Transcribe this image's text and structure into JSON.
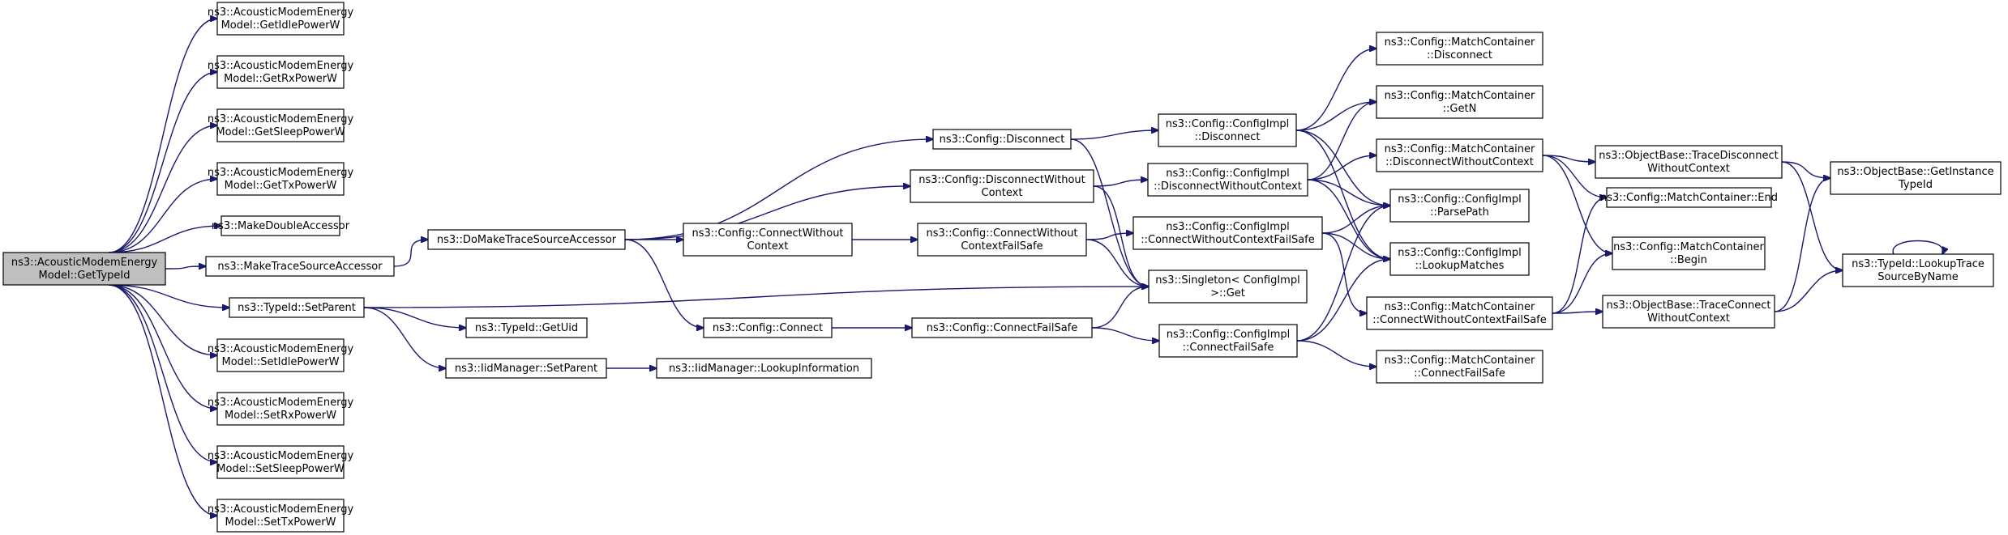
{
  "diagram": {
    "type": "doxygen-call-graph",
    "edge_color": "#191970",
    "root_fill": "#bfbfbf",
    "node_fill": "#ffffff",
    "nodes": [
      {
        "id": "root",
        "lines": [
          "ns3::AcousticModemEnergy",
          "Model::GetTypeId"
        ],
        "root": true
      },
      {
        "id": "getIdle",
        "lines": [
          "ns3::AcousticModemEnergy",
          "Model::GetIdlePowerW"
        ]
      },
      {
        "id": "getRx",
        "lines": [
          "ns3::AcousticModemEnergy",
          "Model::GetRxPowerW"
        ]
      },
      {
        "id": "getSleep",
        "lines": [
          "ns3::AcousticModemEnergy",
          "Model::GetSleepPowerW"
        ]
      },
      {
        "id": "getTx",
        "lines": [
          "ns3::AcousticModemEnergy",
          "Model::GetTxPowerW"
        ]
      },
      {
        "id": "makeDouble",
        "lines": [
          "ns3::MakeDoubleAccessor"
        ]
      },
      {
        "id": "makeTrace",
        "lines": [
          "ns3::MakeTraceSourceAccessor"
        ]
      },
      {
        "id": "setParent",
        "lines": [
          "ns3::TypeId::SetParent"
        ]
      },
      {
        "id": "setIdle",
        "lines": [
          "ns3::AcousticModemEnergy",
          "Model::SetIdlePowerW"
        ]
      },
      {
        "id": "setRx",
        "lines": [
          "ns3::AcousticModemEnergy",
          "Model::SetRxPowerW"
        ]
      },
      {
        "id": "setSleep",
        "lines": [
          "ns3::AcousticModemEnergy",
          "Model::SetSleepPowerW"
        ]
      },
      {
        "id": "setTx",
        "lines": [
          "ns3::AcousticModemEnergy",
          "Model::SetTxPowerW"
        ]
      },
      {
        "id": "doMake",
        "lines": [
          "ns3::DoMakeTraceSourceAccessor"
        ]
      },
      {
        "id": "getUid",
        "lines": [
          "ns3::TypeId::GetUid"
        ]
      },
      {
        "id": "iidSetParent",
        "lines": [
          "ns3::IidManager::SetParent"
        ]
      },
      {
        "id": "iidLookup",
        "lines": [
          "ns3::IidManager::LookupInformation"
        ]
      },
      {
        "id": "cfgDisconnect",
        "lines": [
          "ns3::Config::Disconnect"
        ]
      },
      {
        "id": "cfgDisconnectWC",
        "lines": [
          "ns3::Config::DisconnectWithout",
          "Context"
        ]
      },
      {
        "id": "cfgConnectWC",
        "lines": [
          "ns3::Config::ConnectWithout",
          "Context"
        ]
      },
      {
        "id": "cfgConnect",
        "lines": [
          "ns3::Config::Connect"
        ]
      },
      {
        "id": "cfgConnectWCFS",
        "lines": [
          "ns3::Config::ConnectWithout",
          "ContextFailSafe"
        ]
      },
      {
        "id": "cfgConnectFS",
        "lines": [
          "ns3::Config::ConnectFailSafe"
        ]
      },
      {
        "id": "implDisconnect",
        "lines": [
          "ns3::Config::ConfigImpl",
          "::Disconnect"
        ]
      },
      {
        "id": "implDisconnectWC",
        "lines": [
          "ns3::Config::ConfigImpl",
          "::DisconnectWithoutContext"
        ]
      },
      {
        "id": "implConnectWCFS",
        "lines": [
          "ns3::Config::ConfigImpl",
          "::ConnectWithoutContextFailSafe"
        ]
      },
      {
        "id": "singleton",
        "lines": [
          "ns3::Singleton< ConfigImpl",
          ">::Get"
        ]
      },
      {
        "id": "implConnectFS",
        "lines": [
          "ns3::Config::ConfigImpl",
          "::ConnectFailSafe"
        ]
      },
      {
        "id": "mcDisconnect",
        "lines": [
          "ns3::Config::MatchContainer",
          "::Disconnect"
        ]
      },
      {
        "id": "mcGetN",
        "lines": [
          "ns3::Config::MatchContainer",
          "::GetN"
        ]
      },
      {
        "id": "mcDisconnectWC",
        "lines": [
          "ns3::Config::MatchContainer",
          "::DisconnectWithoutContext"
        ]
      },
      {
        "id": "implParsePath",
        "lines": [
          "ns3::Config::ConfigImpl",
          "::ParsePath"
        ]
      },
      {
        "id": "implLookupMatches",
        "lines": [
          "ns3::Config::ConfigImpl",
          "::LookupMatches"
        ]
      },
      {
        "id": "mcConnectWCFS",
        "lines": [
          "ns3::Config::MatchContainer",
          "::ConnectWithoutContextFailSafe"
        ]
      },
      {
        "id": "mcConnectFS",
        "lines": [
          "ns3::Config::MatchContainer",
          "::ConnectFailSafe"
        ]
      },
      {
        "id": "obTraceDisconnectWC",
        "lines": [
          "ns3::ObjectBase::TraceDisconnect",
          "WithoutContext"
        ]
      },
      {
        "id": "mcEnd",
        "lines": [
          "ns3::Config::MatchContainer::End"
        ]
      },
      {
        "id": "mcBegin",
        "lines": [
          "ns3::Config::MatchContainer",
          "::Begin"
        ]
      },
      {
        "id": "obTraceConnectWC",
        "lines": [
          "ns3::ObjectBase::TraceConnect",
          "WithoutContext"
        ]
      },
      {
        "id": "obGetInstanceTypeId",
        "lines": [
          "ns3::ObjectBase::GetInstance",
          "TypeId"
        ]
      },
      {
        "id": "typeIdLookupTrace",
        "lines": [
          "ns3::TypeId::LookupTrace",
          "SourceByName"
        ]
      }
    ],
    "edges": [
      [
        "root",
        "getIdle"
      ],
      [
        "root",
        "getRx"
      ],
      [
        "root",
        "getSleep"
      ],
      [
        "root",
        "getTx"
      ],
      [
        "root",
        "makeDouble"
      ],
      [
        "root",
        "makeTrace"
      ],
      [
        "root",
        "setParent"
      ],
      [
        "root",
        "setIdle"
      ],
      [
        "root",
        "setRx"
      ],
      [
        "root",
        "setSleep"
      ],
      [
        "root",
        "setTx"
      ],
      [
        "makeTrace",
        "doMake"
      ],
      [
        "setParent",
        "getUid"
      ],
      [
        "setParent",
        "iidSetParent"
      ],
      [
        "setParent",
        "singleton"
      ],
      [
        "iidSetParent",
        "iidLookup"
      ],
      [
        "doMake",
        "cfgDisconnect"
      ],
      [
        "doMake",
        "cfgDisconnectWC"
      ],
      [
        "doMake",
        "cfgConnectWC"
      ],
      [
        "doMake",
        "cfgConnect"
      ],
      [
        "cfgDisconnect",
        "implDisconnect"
      ],
      [
        "cfgDisconnect",
        "singleton"
      ],
      [
        "cfgDisconnectWC",
        "implDisconnectWC"
      ],
      [
        "cfgDisconnectWC",
        "singleton"
      ],
      [
        "cfgConnectWC",
        "cfgConnectWCFS"
      ],
      [
        "cfgConnectWCFS",
        "implConnectWCFS"
      ],
      [
        "cfgConnectWCFS",
        "singleton"
      ],
      [
        "cfgConnect",
        "cfgConnectFS"
      ],
      [
        "cfgConnectFS",
        "implConnectFS"
      ],
      [
        "cfgConnectFS",
        "singleton"
      ],
      [
        "implDisconnect",
        "mcDisconnect"
      ],
      [
        "implDisconnect",
        "mcGetN"
      ],
      [
        "implDisconnect",
        "implParsePath"
      ],
      [
        "implDisconnect",
        "implLookupMatches"
      ],
      [
        "implDisconnectWC",
        "mcGetN"
      ],
      [
        "implDisconnectWC",
        "mcDisconnectWC"
      ],
      [
        "implDisconnectWC",
        "implParsePath"
      ],
      [
        "implDisconnectWC",
        "implLookupMatches"
      ],
      [
        "implConnectWCFS",
        "implParsePath"
      ],
      [
        "implConnectWCFS",
        "implLookupMatches"
      ],
      [
        "implConnectWCFS",
        "mcConnectWCFS"
      ],
      [
        "implConnectFS",
        "implParsePath"
      ],
      [
        "implConnectFS",
        "implLookupMatches"
      ],
      [
        "implConnectFS",
        "mcConnectFS"
      ],
      [
        "mcDisconnectWC",
        "obTraceDisconnectWC"
      ],
      [
        "mcDisconnectWC",
        "mcEnd"
      ],
      [
        "mcDisconnectWC",
        "mcBegin"
      ],
      [
        "mcConnectWCFS",
        "mcEnd"
      ],
      [
        "mcConnectWCFS",
        "mcBegin"
      ],
      [
        "mcConnectWCFS",
        "obTraceConnectWC"
      ],
      [
        "obTraceDisconnectWC",
        "obGetInstanceTypeId"
      ],
      [
        "obTraceDisconnectWC",
        "typeIdLookupTrace"
      ],
      [
        "obTraceConnectWC",
        "obGetInstanceTypeId"
      ],
      [
        "obTraceConnectWC",
        "typeIdLookupTrace"
      ],
      [
        "typeIdLookupTrace",
        "typeIdLookupTrace"
      ]
    ]
  }
}
